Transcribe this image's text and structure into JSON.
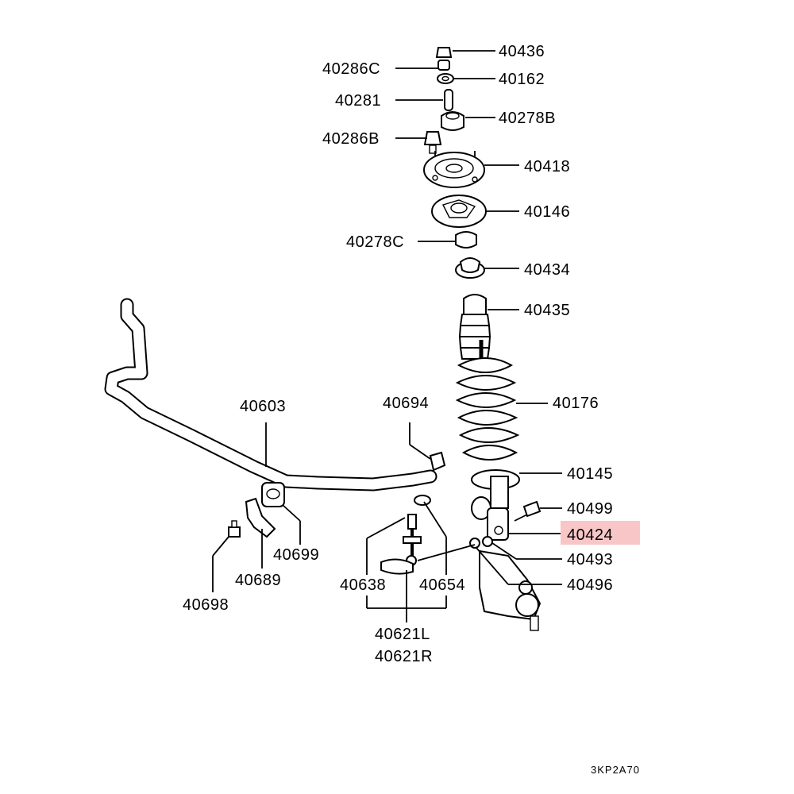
{
  "highlight_color": "#f8c6c6",
  "labels": {
    "p40436": "40436",
    "p40286C": "40286C",
    "p40162": "40162",
    "p40281": "40281",
    "p40278B": "40278B",
    "p40286B": "40286B",
    "p40418": "40418",
    "p40146": "40146",
    "p40278C": "40278C",
    "p40434": "40434",
    "p40435": "40435",
    "p40603": "40603",
    "p40694": "40694",
    "p40176": "40176",
    "p40145": "40145",
    "p40499": "40499",
    "p40424": "40424",
    "p40699": "40699",
    "p40493": "40493",
    "p40689": "40689",
    "p40638": "40638",
    "p40654": "40654",
    "p40496": "40496",
    "p40698": "40698",
    "p40621L": "40621L",
    "p40621R": "40621R"
  },
  "diagram_code": "3KP2A70",
  "highlighted_part": "40424"
}
